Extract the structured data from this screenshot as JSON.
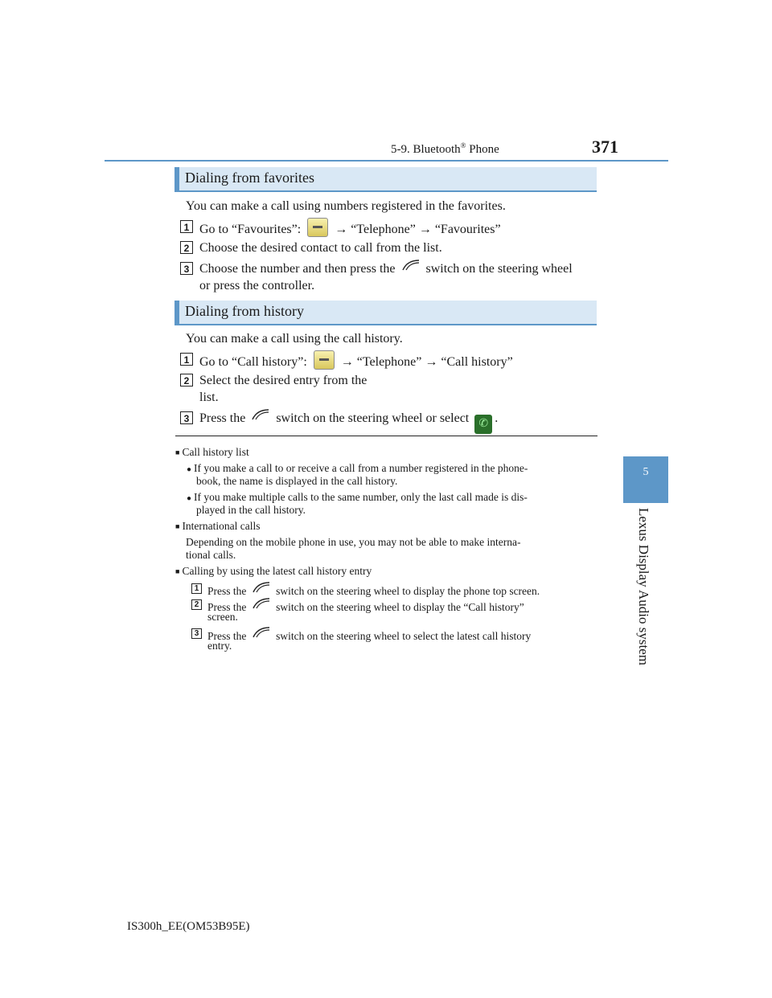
{
  "header": {
    "section_prefix": "5-9. Bluetooth",
    "reg": "®",
    "section_suffix": " Phone",
    "page_number": "371"
  },
  "side_tab": {
    "chapter": "5",
    "title": "Lexus Display Audio system"
  },
  "favorites": {
    "heading": "Dialing from favorites",
    "intro": "You can make a call using numbers registered in the favorites.",
    "step1_a": "Go to “Favourites”: ",
    "step1_b": " → “Telephone” → “Favourites”",
    "step2": "Choose the desired contact to call from the list.",
    "step3_a": "Choose the number and then press the ",
    "step3_b": " switch on the steering wheel",
    "step3_c": "or press the controller."
  },
  "history": {
    "heading": "Dialing from history",
    "intro": "You can make a call using the call history.",
    "step1_a": "Go to “Call history”: ",
    "step1_b": " → “Telephone” → “Call history”",
    "step2_a": "Select  the  desired  entry  from  the",
    "step2_b": "list.",
    "step3_a": "Press the ",
    "step3_b": " switch on the steering wheel or select ",
    "step3_c": "."
  },
  "notes": {
    "n1_title": "Call history list",
    "n1_b1_l1": "If you make a call to or receive a call from a number registered in the phone-",
    "n1_b1_l2": "book, the name is displayed in the call history.",
    "n1_b2_l1": "If you make multiple calls to the same number, only the last call made is dis-",
    "n1_b2_l2": "played in the call history.",
    "n2_title": "International calls",
    "n2_l1": "Depending on the mobile phone in use, you may not be able to make interna-",
    "n2_l2": "tional calls.",
    "n3_title": "Calling by using the latest call history entry",
    "n3_s1_a": "Press the ",
    "n3_s1_b": " switch on the steering wheel to display the phone top screen.",
    "n3_s2_a": "Press  the ",
    "n3_s2_b": "  switch  on  the  steering  wheel  to  display  the  “Call  history”",
    "n3_s2_c": "screen.",
    "n3_s3_a": "Press  the ",
    "n3_s3_b": "  switch  on  the  steering  wheel  to  select  the  latest  call  history",
    "n3_s3_c": "entry."
  },
  "step_numbers": {
    "one": "1",
    "two": "2",
    "three": "3"
  },
  "footer": {
    "code": "IS300h_EE(OM53B95E)"
  },
  "colors": {
    "accent": "#5d97c8",
    "heading_bg": "#d9e8f5"
  }
}
